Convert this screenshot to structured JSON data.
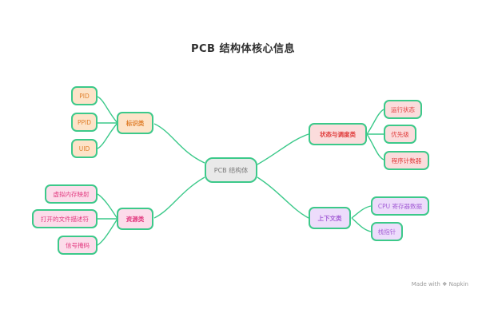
{
  "title": "PCB 结构体核心信息",
  "center": "PCB 结构体",
  "branches": {
    "id": {
      "label": "标识类",
      "children": [
        "PID",
        "PPID",
        "UID"
      ]
    },
    "resource": {
      "label": "资源类",
      "children": [
        "虚拟内存映射",
        "打开的文件描述符",
        "信号掩码"
      ]
    },
    "state": {
      "label": "状态与调度类",
      "children": [
        "运行状态",
        "优先级",
        "程序计数器"
      ]
    },
    "context": {
      "label": "上下文类",
      "children": [
        "CPU 寄存器数据",
        "栈指针"
      ]
    }
  },
  "footer": "Made with ❖ Napkin",
  "colors": {
    "edge": "#3cc98a"
  }
}
